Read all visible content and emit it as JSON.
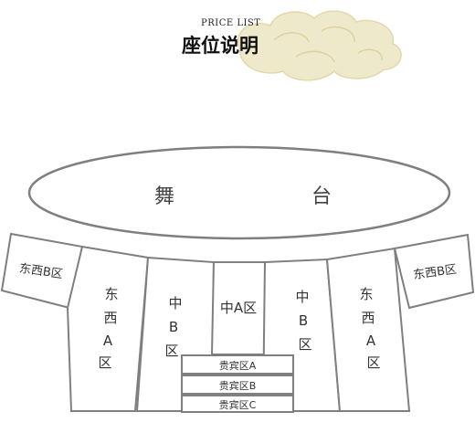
{
  "header": {
    "subtitle": "PRICE LIST",
    "title": "座位说明"
  },
  "stage": {
    "label_left": "舞",
    "label_right": "台"
  },
  "sections": {
    "east_west_b_left": "东西B区",
    "east_west_a_left": [
      "东",
      "西",
      "A",
      "区"
    ],
    "middle_b_left": [
      "中",
      "B",
      "区"
    ],
    "middle_a": "中A区",
    "middle_b_right": [
      "中",
      "B",
      "区"
    ],
    "east_west_a_right": [
      "东",
      "西",
      "A",
      "区"
    ],
    "east_west_b_right": "东西B区"
  },
  "vip": {
    "a": "贵宾区A",
    "b": "贵宾区B",
    "c": "贵宾区C"
  },
  "colors": {
    "line": "#7f7f7f",
    "cloud_fill": "#efe9cc",
    "cloud_stroke": "#e2d8ac"
  }
}
